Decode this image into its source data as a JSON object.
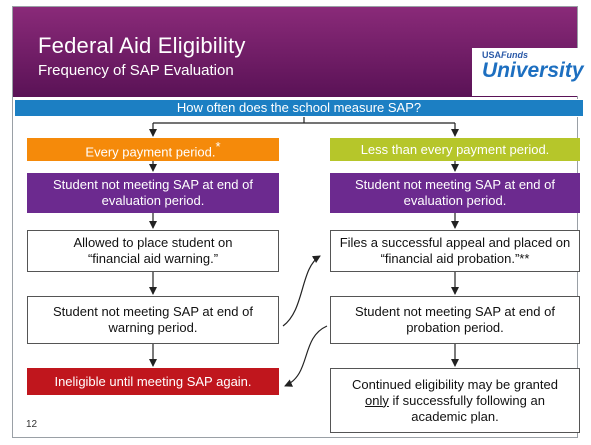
{
  "header": {
    "title": "Federal Aid Eligibility",
    "subtitle": "Frequency of SAP Evaluation"
  },
  "logo": {
    "small_usa": "USA",
    "small_funds": "Funds",
    "big": "University"
  },
  "question": "How often does the school measure SAP?",
  "left": {
    "freq": "Every payment period.",
    "freq_mark": "*",
    "not_meeting_eval": "Student not meeting SAP at end of evaluation period.",
    "warning": "Allowed to place student on “financial aid warning.”",
    "not_meeting_warning": "Student not meeting SAP at end of warning period.",
    "ineligible": "Ineligible until meeting SAP again."
  },
  "right": {
    "freq": "Less than every payment period.",
    "not_meeting_eval": "Student not meeting SAP at end of evaluation period.",
    "appeal": "Files a successful appeal and placed on “financial aid probation.”**",
    "not_meeting_probation": "Student not meeting SAP at end of probation period.",
    "continued_pre": "Continued eligibility may be granted",
    "continued_only": "only",
    "continued_post": " if successfully following an academic plan."
  },
  "page_number": "12",
  "colors": {
    "header": "#6e1f69",
    "question_blue": "#1c7fc3",
    "orange": "#f58a0a",
    "green": "#b6c62a",
    "purple": "#6c2a8f",
    "red": "#c0161d"
  }
}
